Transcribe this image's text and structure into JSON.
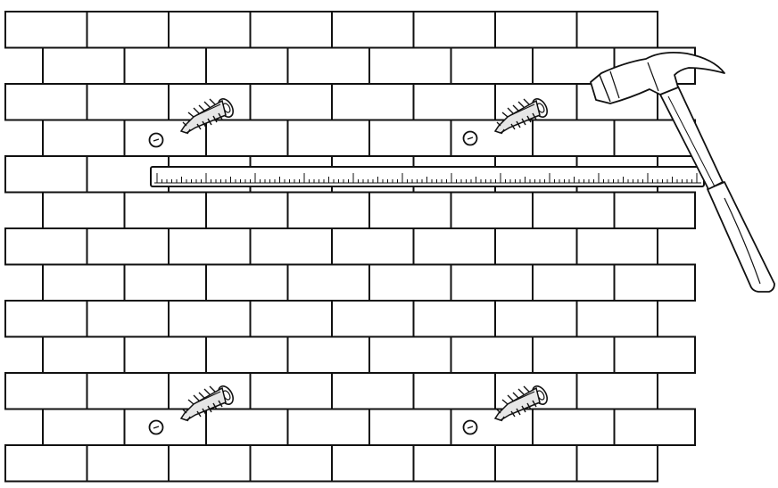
{
  "illustration": {
    "subject": "brick-wall-mounting-instructions",
    "colors": {
      "line": "#111111",
      "background": "#ffffff",
      "anchor_fill": "#e6e6e6"
    },
    "icons": [
      "brick-wall",
      "wall-plug-anchor",
      "drill-hole",
      "measuring-ruler",
      "claw-hammer"
    ]
  }
}
